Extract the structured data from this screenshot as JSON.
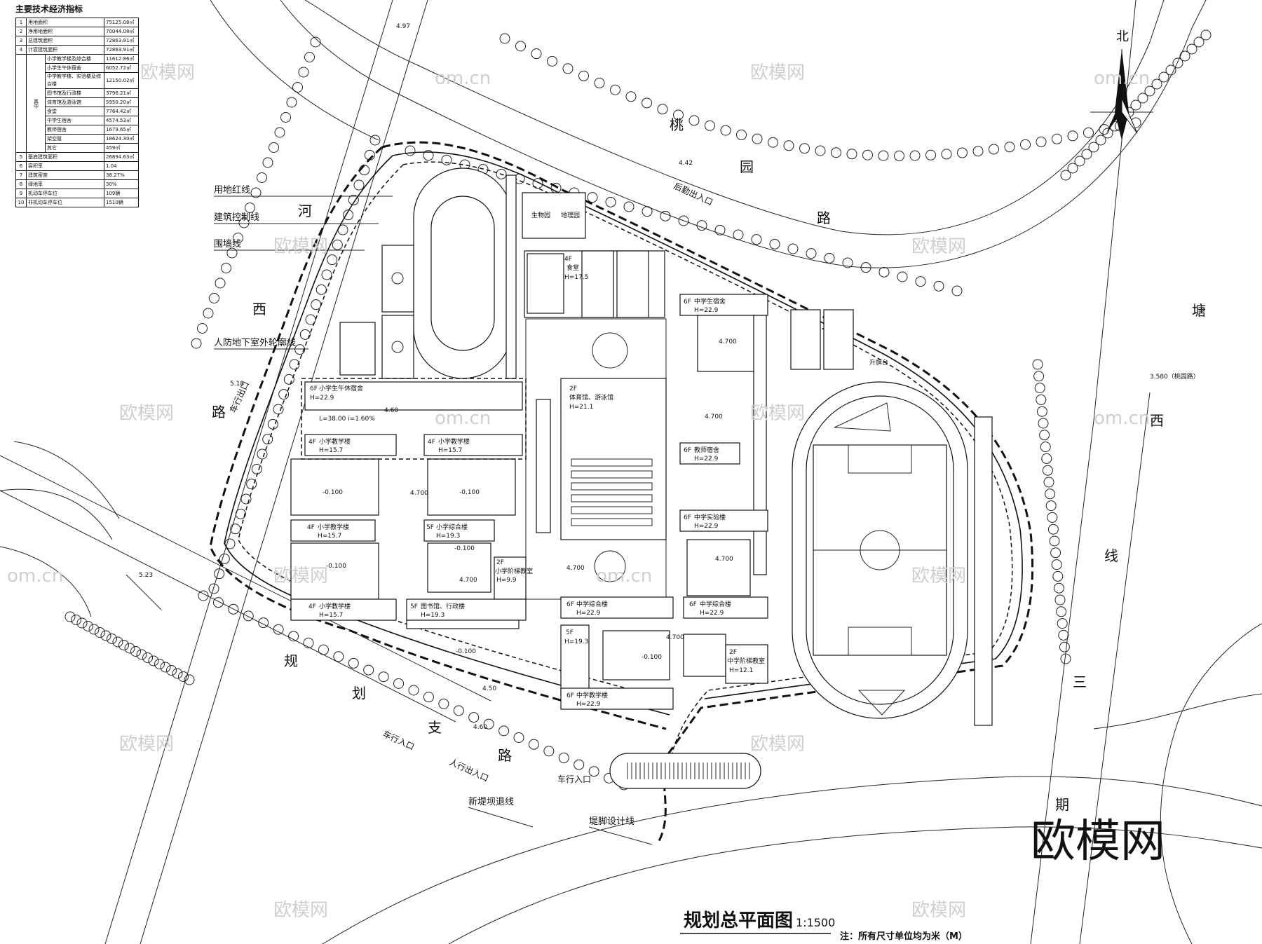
{
  "indicators": {
    "title": "主要技术经济指标",
    "rows": [
      {
        "no": "1",
        "label": "用地面积",
        "value": "75125.08㎡"
      },
      {
        "no": "2",
        "label": "净用地面积",
        "value": "70044.08㎡"
      },
      {
        "no": "3",
        "label": "总建筑面积",
        "value": "72863.91㎡"
      },
      {
        "no": "4",
        "label": "计容建筑面积",
        "value": "72863.91㎡"
      }
    ],
    "sub_group_label": "其中",
    "sub_rows": [
      {
        "label": "小学教学楼及综合楼",
        "value": "11612.86㎡"
      },
      {
        "label": "小学生午休宿舍",
        "value": "6052.72㎡"
      },
      {
        "label": "中学教学楼、实验楼及综合楼",
        "value": "12150.02㎡"
      },
      {
        "label": "图书馆及行政楼",
        "value": "3796.21㎡"
      },
      {
        "label": "体育馆及游泳馆",
        "value": "5950.20㎡"
      },
      {
        "label": "食堂",
        "value": "7764.42㎡"
      },
      {
        "label": "中学生宿舍",
        "value": "4574.53㎡"
      },
      {
        "label": "教师宿舍",
        "value": "1679.65㎡"
      },
      {
        "label": "架空层",
        "value": "18624.30㎡"
      },
      {
        "label": "其它",
        "value": "459㎡"
      }
    ],
    "rows2": [
      {
        "no": "5",
        "label": "基底建筑面积",
        "value": "26894.63㎡"
      },
      {
        "no": "6",
        "label": "容积率",
        "value": "1.04"
      },
      {
        "no": "7",
        "label": "建筑密度",
        "value": "38.27%"
      },
      {
        "no": "8",
        "label": "绿地率",
        "value": "30%"
      },
      {
        "no": "9",
        "label": "机动车停车位",
        "value": "109辆"
      },
      {
        "no": "10",
        "label": "非机动车停车位",
        "value": "1510辆"
      }
    ]
  },
  "north": "北",
  "roads": {
    "taoyuan": [
      "桃",
      "园",
      "路"
    ],
    "hexi": [
      "河",
      "西",
      "路"
    ],
    "tangxi": [
      "塘",
      "西",
      "线"
    ],
    "sanqi": [
      "三",
      "期"
    ],
    "guihua": [
      "规",
      "划",
      "支",
      "路"
    ]
  },
  "legend": {
    "red_line": "用地红线",
    "build_control": "建筑控制线",
    "wall": "围墙线",
    "civil_defense": "人防地下室外轮廓线"
  },
  "entrances": {
    "logistics": "后勤出入口",
    "vehicle_exit": "车行出口",
    "vehicle_entry": "车行入口",
    "pedestrian_entry": "人行出入口",
    "vehicle_entry2": "车行入口"
  },
  "lines": {
    "levee_retreat": "新堤坝退线",
    "levee_toe": "堤脚设计线"
  },
  "elevations": {
    "e1": "4.97",
    "e2": "4.42",
    "e3": "5.18",
    "e4": "5.23",
    "e5": "4.60",
    "e6": "3.580（桃园路）",
    "e7": "4.700",
    "e8": "4.700",
    "e9": "4.700",
    "e10": "4.700",
    "e11": "4.700",
    "e12": "4.700",
    "e13": "-0.100",
    "e14": "-0.100",
    "e15": "-0.100",
    "e16": "-0.100",
    "e17": "-0.100",
    "e18": "-0.100",
    "e19": "4.50",
    "e20": "4.60",
    "e21": "4.700"
  },
  "buildings": {
    "bio": "生物园",
    "geo": "地理园",
    "canteen_floor": "4F",
    "canteen": "食堂",
    "canteen_h": "H=17.5",
    "ms_dorm_f": "6F",
    "ms_dorm": "中学生宿舍",
    "ms_dorm_h": "H=22.9",
    "ps_dorm_f": "6F",
    "ps_dorm": "小学生午休宿舍",
    "ps_dorm_h": "H=22.9",
    "ramp": "L=38.00  i=1.60%",
    "gym_f": "2F",
    "gym": "体育馆、游泳馆",
    "gym_h": "H=21.1",
    "teacher_f": "6F",
    "teacher": "教师宿舍",
    "teacher_h": "H=22.9",
    "ps_a_f": "4F",
    "ps_a": "小学教学楼",
    "ps_a_h": "H=15.7",
    "ps_b_f": "4F",
    "ps_b": "小学教学楼",
    "ps_b_h": "H=15.7",
    "ps_c_f": "4F",
    "ps_c": "小学教学楼",
    "ps_c_h": "H=15.7",
    "ps_comp_f": "5F",
    "ps_comp": "小学综合楼",
    "ps_comp_h": "H=19.3",
    "ps_lect_f": "2F",
    "ps_lect": "小学阶梯教室",
    "ps_lect_h": "H=9.9",
    "ms_lab_f": "6F",
    "ms_lab": "中学实验楼",
    "ms_lab_h": "H=22.9",
    "ps_d_f": "4F",
    "ps_d": "小学教学楼",
    "ps_d_h": "H=15.7",
    "lib_f": "5F",
    "lib": "图书馆、行政楼",
    "lib_h": "H=19.3",
    "ms_comp1_f": "6F",
    "ms_comp1": "中学综合楼",
    "ms_comp1_h": "H=22.9",
    "ms_comp2_f": "6F",
    "ms_comp2": "中学综合楼",
    "ms_comp2_h": "H=22.9",
    "b5_f": "5F",
    "b5_h": "H=19.3",
    "ms_lect_f": "2F",
    "ms_lect": "中学阶梯教室",
    "ms_lect_h": "H=12.1",
    "ms_teach_f": "6F",
    "ms_teach": "中学教学楼",
    "ms_teach_h": "H=22.9",
    "lift": "升旗台"
  },
  "drawing_title": "规划总平面图",
  "scale": "1:1500",
  "note": "注：所有尺寸单位均为米（M）",
  "watermark": "欧模网",
  "watermark_url": "om.cn"
}
